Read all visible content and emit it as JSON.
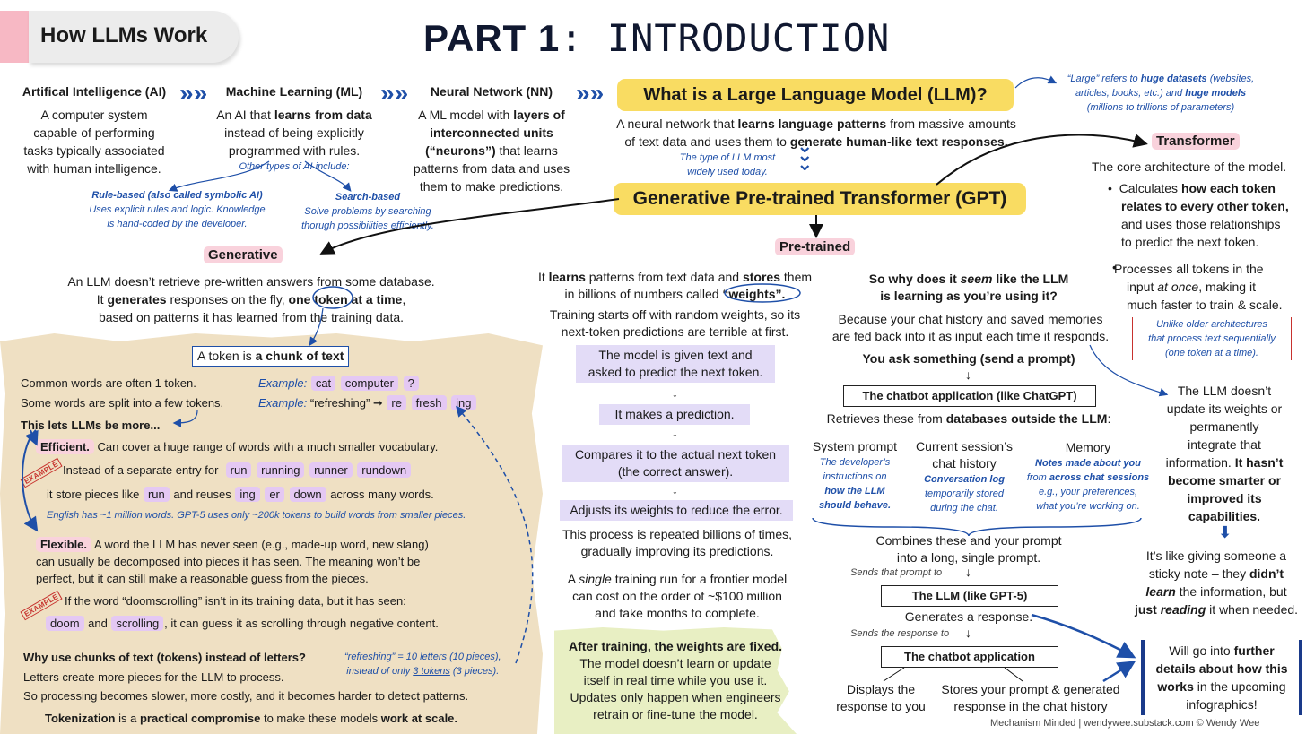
{
  "tag": "How LLMs Work",
  "title": {
    "part": "PART 1",
    "rest": ": INTRODUCTION"
  },
  "ai": {
    "title": "Artifical Intelligence (AI)",
    "l1": "A computer system",
    "l2": "capable of performing",
    "l3": "tasks typically associated",
    "l4": "with human intelligence."
  },
  "ml": {
    "title": "Machine Learning (ML)",
    "l1a": "An AI that ",
    "l1b": "learns from data",
    "l2": "instead of being explicitly",
    "l3": "programmed with rules.",
    "other": "Other types of AI include:"
  },
  "nn": {
    "title": "Neural Network (NN)",
    "l1a": "A ML model with ",
    "l1b": "layers of",
    "l2": "interconnected units",
    "l3": "(“neurons”)",
    "l3b": " that learns",
    "l4": "patterns from data and uses",
    "l5": "them to make predictions."
  },
  "rule": {
    "title": "Rule-based (also called symbolic AI)",
    "l1": "Uses explicit rules and logic. Knowledge",
    "l2": "is hand-coded by the developer."
  },
  "search": {
    "title": "Search-based",
    "l1": "Solve problems by searching",
    "l2": "thorugh possibilities efficiently."
  },
  "llm": {
    "title": "What is a Large Language Model (LLM)?",
    "l1a": "A neural network that ",
    "l1b": "learns language patterns",
    "l1c": " from massive amounts",
    "l2a": "of text data and uses them to ",
    "l2b": "generate human-like text responses."
  },
  "large": {
    "a": "“Large” refers to ",
    "b": "huge datasets",
    "c": " (websites,",
    "l2a": "articles, books, etc.) and ",
    "l2b": "huge models",
    "l3": "(millions to trillions of parameters)"
  },
  "typenote": {
    "l1": "The type of LLM most",
    "l2": "widely used today."
  },
  "gpt": "Generative Pre-trained Transformer (GPT)",
  "transformer": {
    "title": "Transformer",
    "intro": "The core architecture of the model.",
    "b1a": "Calculates ",
    "b1b": "how each token",
    "b1c": "relates to every other token,",
    "b1d": "and uses those relationships",
    "b1e": "to predict the next token.",
    "b2a": "Processes all tokens in the",
    "b2b": "input ",
    "b2c": "at once",
    "b2d": ", making it",
    "b2e": "much faster to train & scale.",
    "note1": "Unlike older architectures",
    "note2": "that process text sequentially",
    "note3": "(one token at a time)."
  },
  "generative": {
    "title": "Generative",
    "l1": "An LLM doesn’t retrieve pre-written answers from some database.",
    "l2a": "It ",
    "l2b": "generates",
    "l2c": " responses on the fly, ",
    "l2d": "one token at a time",
    "l2e": ",",
    "l3": "based on patterns it has learned from the training data."
  },
  "pretrained": {
    "title": "Pre-trained",
    "l1a": "It ",
    "l1b": "learns",
    "l1c": " patterns from text data and ",
    "l1d": "stores",
    "l1e": " them",
    "l2a": "in billions of numbers called ",
    "l2b": "“weights”.",
    "l3": "Training starts off with random weights, so its",
    "l4": "next-token predictions are terrible at first.",
    "s1a": "The model is given text and",
    "s1b": "asked to predict the next token.",
    "s2": "It makes a prediction.",
    "s3a": "Compares it to the actual next token",
    "s3b": "(the correct answer).",
    "s4": "Adjusts its weights to reduce the error.",
    "r1": "This process is repeated billions of times,",
    "r2": "gradually improving its predictions.",
    "c1a": "A ",
    "c1b": "single",
    "c1c": " training run for a frontier model",
    "c2": "can cost on the order of ~$100 million",
    "c3": "and take months to complete.",
    "f1": "After training, the weights are fixed.",
    "f2": "The model doesn’t learn or update",
    "f3": "itself in real time while you use it.",
    "f4": "Updates only happen when engineers",
    "f5": "retrain or fine-tune the model."
  },
  "why": {
    "q1a": "So why does it ",
    "q1b": "seem",
    "q1c": " like the LLM",
    "q2": "is learning as you’re using it?",
    "a1": "Because your chat history and saved memories",
    "a2": "are fed back into it as input each time it responds.",
    "ask": "You ask something (send a prompt)",
    "chatbot": "The chatbot application (like ChatGPT)",
    "ret1": "Retrieves these from ",
    "ret2": "databases outside the LLM",
    ":": ":",
    "sp": "System prompt",
    "sp1": "The developer’s",
    "sp2": "instructions on",
    "sp3": "how the LLM",
    "sp4": "should behave.",
    "cs1": "Current session’s",
    "cs2": "chat history",
    "cs3": "Conversation log",
    "cs4": "temporarily stored",
    "cs5": "during the chat.",
    "mem": "Memory",
    "mem1": "Notes made about you",
    "mem2a": "from ",
    "mem2b": "across chat sessions",
    "mem3": "e.g., your preferences,",
    "mem4": "what you’re working on.",
    "comb1": "Combines these and your prompt",
    "comb2": "into a long, single prompt.",
    "sendsllm": "Sends that prompt to",
    "llmbox": "The LLM (like GPT-5)",
    "gen": "Generates a response.",
    "sendsback": "Sends the response to",
    "app": "The chatbot application",
    "disp1": "Displays the",
    "disp2": "response to you",
    "store1": "Stores your prompt & generated",
    "store2": "response in the chat history"
  },
  "right": {
    "n1": "The LLM doesn’t",
    "n2": "update its weights or",
    "n3": "permanently",
    "n4": "integrate that",
    "n5a": "information. ",
    "n5b": "It hasn’t",
    "n6": "become smarter or",
    "n7": "improved its",
    "n8": "capabilities.",
    "s1": "It’s like giving someone a",
    "s2a": "sticky note – they ",
    "s2b": "didn’t",
    "s3a": "learn",
    "s3b": " the information, but",
    "s4a": "just ",
    "s4b": "reading",
    "s4c": " it when needed.",
    "w1a": "Will go into ",
    "w1b": "further",
    "w2": "details about how this",
    "w3a": "works",
    "w3b": " in the upcoming",
    "w4": "infographics!"
  },
  "token": {
    "def1": "A token is ",
    "def2": "a chunk of text",
    "common": "Common words are often 1 token.",
    "ex": "Example:",
    "c1": "cat",
    "c2": "computer",
    "c3": "?",
    "some1": "Some words are ",
    "some2": "split into a few tokens.",
    "q": "“refreshing”",
    "t1": "re",
    "t2": "fresh",
    "t3": "ing",
    "lets": "This lets LLMs be more...",
    "eff": "Efficient.",
    "eff1": "Can cover a huge range of words with a much smaller vocabulary.",
    "inst": "Instead of a separate entry for",
    "w1": "run",
    "w2": "running",
    "w3": "runner",
    "w4": "rundown",
    "store": "it store pieces like",
    "p1": "run",
    "reuse": "and reuses",
    "p2": "ing",
    "p3": "er",
    "p4": "down",
    "across": "across many words.",
    "eng": "English has ~1 million words. GPT-5 uses only ~200k tokens to build words from smaller pieces.",
    "flex": "Flexible.",
    "flex1": "A word the LLM has never seen (e.g., made-up word, new slang)",
    "flex2": "can usually be decomposed into pieces it has seen. The meaning won’t be",
    "flex3": "perfect, but it can still make a reasonable guess from the pieces.",
    "doom": "If the word “doomscrolling” isn’t in its training data, but it has seen:",
    "d1": "doom",
    "and": "and",
    "d2": "scrolling",
    "doom2": ", it can guess it as scrolling through negative content.",
    "example": "EXAMPLE",
    "whyq": "Why use chunks of text (tokens) instead of letters?",
    "wl1": "Letters create more pieces for the LLM to process.",
    "wl2": "So processing becomes slower, more costly, and it becomes harder to detect patterns.",
    "refn1": "“refreshing” = 10 letters (10 pieces),",
    "refn2a": "instead of only ",
    "refn2b": "3 tokens",
    "refn2c": " (3 pieces).",
    "tz1": "Tokenization",
    "tz2": " is a ",
    "tz3": "practical compromise",
    "tz4": " to make these models ",
    "tz5": "work at scale."
  },
  "footer": "Mechanism Minded | wendywee.substack.com © Wendy Wee"
}
